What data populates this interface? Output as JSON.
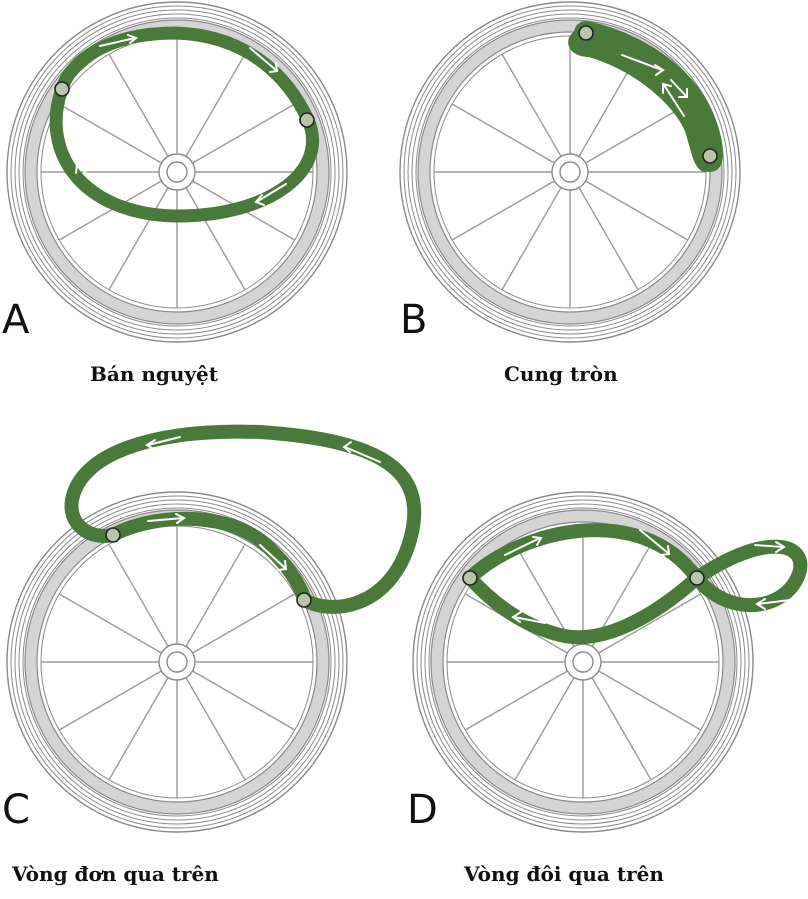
{
  "colors": {
    "stroke_path": "#4a7a3a",
    "arrow": "#ffffff",
    "tire": "#d4d4d4",
    "tire_line": "#8a8a8a",
    "spoke": "#9a9a9a",
    "point": "#b7c6a8"
  },
  "panels": [
    {
      "letter": "A",
      "caption": "Bán nguyệt"
    },
    {
      "letter": "B",
      "caption": "Cung tròn"
    },
    {
      "letter": "C",
      "caption": "Vòng đơn qua trên"
    },
    {
      "letter": "D",
      "caption": "Vòng đôi qua trên"
    }
  ]
}
